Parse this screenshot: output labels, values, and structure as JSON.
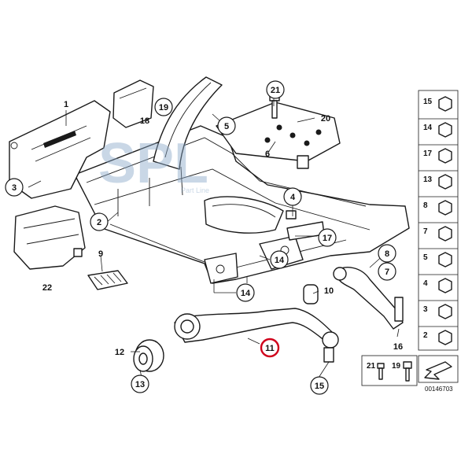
{
  "callouts": {
    "c1": "1",
    "c2": "2",
    "c3": "3",
    "c4": "4",
    "c5": "5",
    "c6": "6",
    "c7": "7",
    "c8": "8",
    "c9": "9",
    "c10": "10",
    "c11": "11",
    "c12": "12",
    "c13": "13",
    "c14a": "14",
    "c14b": "14",
    "c15": "15",
    "c16": "16",
    "c17": "17",
    "c18": "18",
    "c19": "19",
    "c20": "20",
    "c21": "21",
    "c22": "22"
  },
  "parts_panel": {
    "items": [
      "15",
      "14",
      "17",
      "13",
      "8",
      "7",
      "5",
      "4",
      "3",
      "2"
    ],
    "bottom_items": [
      "21",
      "19"
    ]
  },
  "diagram_id": "00146703",
  "watermark": {
    "text": "SPL",
    "subtext": "Part Line"
  },
  "colors": {
    "highlight": "#d0021b",
    "line": "#1a1a1a",
    "watermark": "#8aa8c8"
  }
}
